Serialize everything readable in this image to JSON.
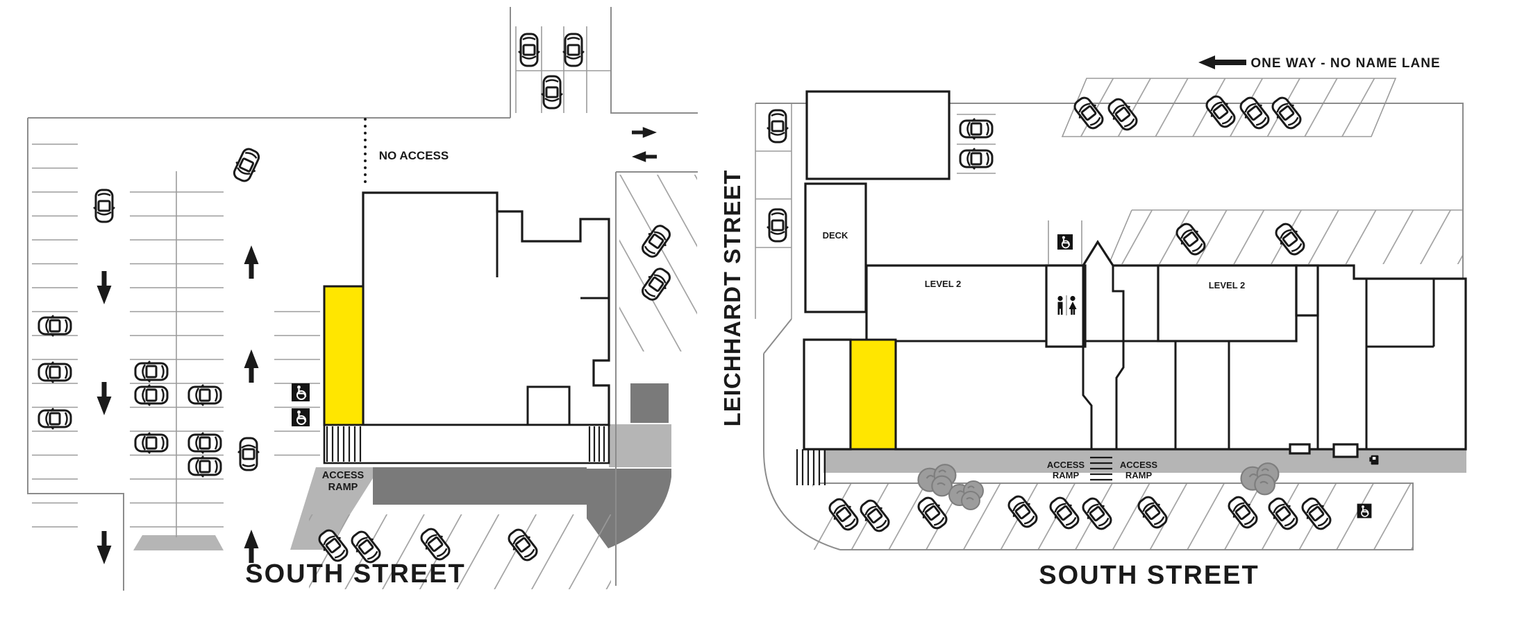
{
  "page": {
    "background": "#ffffff"
  },
  "colors": {
    "highlight_yellow": "#ffe600",
    "outline_black": "#1a1a1a",
    "parking_gray": "#9b9b9b",
    "boundary_gray": "#8c8c8c",
    "sidewalk_gray": "#b5b5b5",
    "road_gray": "#7a7a7a",
    "tree_gray": "#9c9c9c"
  },
  "left_plan": {
    "no_access": "NO ACCESS",
    "access_ramp": {
      "line1": "ACCESS",
      "line2": "RAMP"
    },
    "south_street": "SOUTH STREET"
  },
  "right_plan": {
    "one_way": "ONE WAY - NO NAME LANE",
    "leichhardt_street": "LEICHHARDT STREET",
    "deck": "DECK",
    "level2_left": "LEVEL 2",
    "level2_right": "LEVEL 2",
    "access_ramp_left": {
      "line1": "ACCESS",
      "line2": "RAMP"
    },
    "access_ramp_right": {
      "line1": "ACCESS",
      "line2": "RAMP"
    },
    "south_street": "SOUTH STREET"
  }
}
